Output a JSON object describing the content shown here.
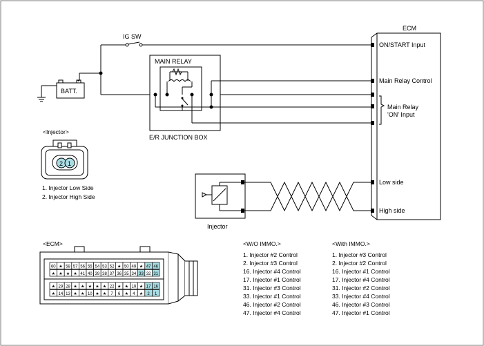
{
  "ecm_block": {
    "title": "ECM",
    "inputs": {
      "on_start": "ON/START Input",
      "main_relay_control": "Main Relay Control",
      "main_relay_on": "Main Relay",
      "main_relay_on_2": "'ON' Input",
      "low_side": "Low side",
      "high_side": "High side"
    }
  },
  "power": {
    "ig_sw": "IG SW",
    "batt": "BATT.",
    "minus": "-",
    "plus": "+"
  },
  "relay": {
    "title": "MAIN RELAY",
    "box_label": "E/R JUNCTION BOX"
  },
  "injector": {
    "label": "Injector",
    "connector_title": "<Injector>",
    "pin_numbers": [
      "2",
      "1"
    ],
    "pins": [
      "1. Injector Low Side",
      "2. Injector High Side"
    ]
  },
  "ecm_connector": {
    "title": "<ECM>",
    "row1": [
      "60",
      "★",
      "58",
      "57",
      "56",
      "55",
      "54",
      "53",
      "52",
      "★",
      "50",
      "49",
      "★",
      "47",
      "46"
    ],
    "row2": [
      "★",
      "★",
      "★",
      "★",
      "41",
      "40",
      "39",
      "38",
      "37",
      "36",
      "35",
      "34",
      "33",
      "32",
      "31"
    ],
    "row3": [
      "★",
      "29",
      "28",
      "★",
      "★",
      "★",
      "★",
      "★",
      "22",
      "★",
      "★",
      "19",
      "★",
      "17",
      "16"
    ],
    "row4": [
      "★",
      "14",
      "13",
      "★",
      "★",
      "10",
      "★",
      "★",
      "7",
      "6",
      "★",
      "4",
      "★",
      "2",
      "1"
    ]
  },
  "wo_immo": {
    "title": "<W/O IMMO.>",
    "items": [
      "1. Injector #2 Control",
      "2. Injector #3 Control",
      "16. Injector #4 Control",
      "17. Injector #1 Control",
      "31. Injector #3 Control",
      "33. Injector #1 Control",
      "46. Injector #2 Control",
      "47. Injector #4 Control"
    ]
  },
  "with_immo": {
    "title": "<With IMMO.>",
    "items": [
      "1. Injector #3 Control",
      "2. Injector #2 Control",
      "16. Injector #1 Control",
      "17. Injector #4 Control",
      "31. Injector #2 Control",
      "33. Injector #4 Control",
      "46. Injector #3 Control",
      "47. Injector #1 Control"
    ]
  },
  "colors": {
    "line": "#000000",
    "highlight_pin": "#a9dde3",
    "fill": "#ffffff",
    "frame": "#7a7a7a"
  }
}
